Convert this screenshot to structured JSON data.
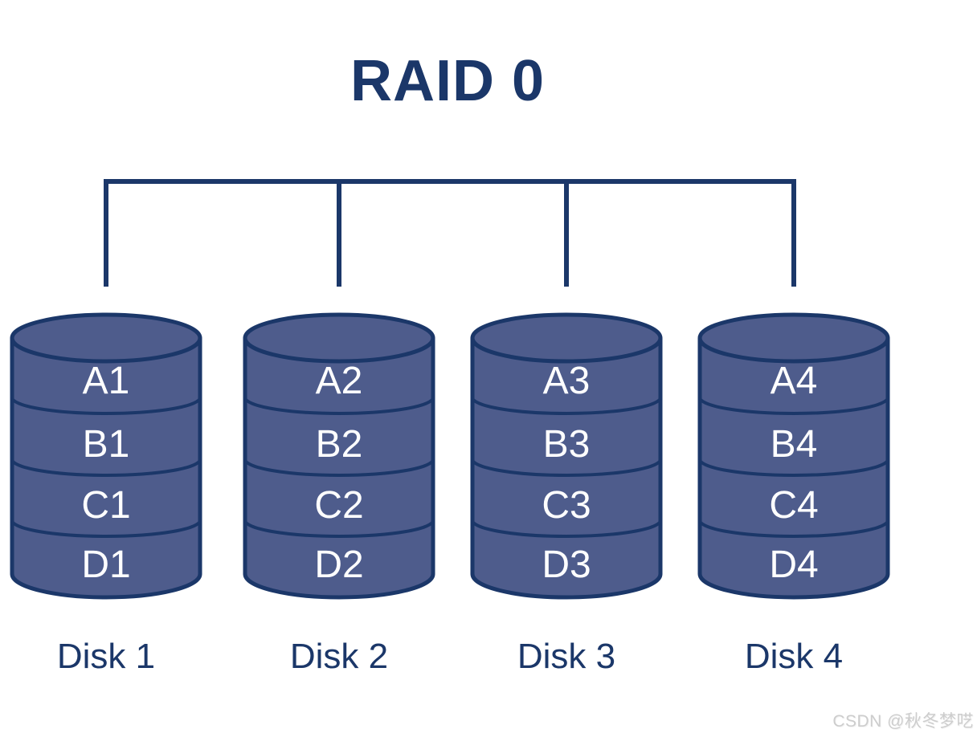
{
  "title": "RAID 0",
  "watermark": "CSDN @秋冬梦呓",
  "palette": {
    "navy": "#1b3769",
    "disk_fill": "#4e5c8c",
    "block_text": "#ffffff",
    "watermark_gray": "#cdcdcd",
    "background": "#ffffff"
  },
  "disks": [
    {
      "name": "Disk 1",
      "blocks": [
        "A1",
        "B1",
        "C1",
        "D1"
      ]
    },
    {
      "name": "Disk 2",
      "blocks": [
        "A2",
        "B2",
        "C2",
        "D2"
      ]
    },
    {
      "name": "Disk 3",
      "blocks": [
        "A3",
        "B3",
        "C3",
        "D3"
      ]
    },
    {
      "name": "Disk 4",
      "blocks": [
        "A4",
        "B4",
        "C4",
        "D4"
      ]
    }
  ]
}
